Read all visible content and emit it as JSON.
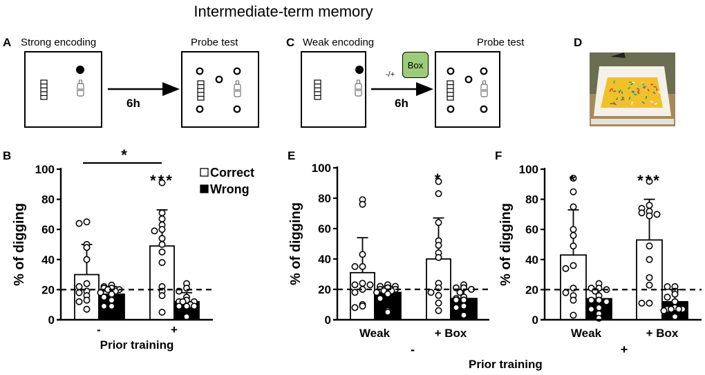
{
  "figure_title": "Intermediate-term memory",
  "panels": {
    "A": {
      "label": "A",
      "left_caption": "Strong encoding",
      "right_caption": "Probe test",
      "delay": "6h"
    },
    "C": {
      "label": "C",
      "left_caption": "Weak encoding",
      "right_caption": "Probe test",
      "delay": "6h",
      "box_label": "Box",
      "box_condition": "-/+"
    },
    "D": {
      "label": "D",
      "photo_description": "white arena box with yellow sand and colored sticks"
    },
    "B": {
      "label": "B"
    },
    "E": {
      "label": "E"
    },
    "F": {
      "label": "F"
    }
  },
  "shared_xlabel": "Prior training",
  "colors": {
    "correct": "#ffffff",
    "wrong": "#000000",
    "box_green": "#9ccc7a",
    "sand": "#f2c12e"
  },
  "chart_data": [
    {
      "id": "B",
      "type": "bar",
      "title": "",
      "xlabel": "Prior training",
      "ylabel": "% of digging",
      "ylim": [
        0,
        100
      ],
      "yticks": [
        0,
        20,
        40,
        60,
        80,
        100
      ],
      "categories": [
        "-",
        "+"
      ],
      "chance_line": 20,
      "legend": {
        "position": "top-right",
        "entries": [
          "Correct",
          "Wrong"
        ]
      },
      "series": [
        {
          "name": "Correct",
          "values": [
            30,
            49
          ],
          "errors": [
            20,
            24
          ],
          "points": [
            [
              65,
              64,
              50,
              48,
              40,
              24,
              22,
              19,
              18,
              16,
              13,
              12,
              7
            ],
            [
              91,
              71,
              67,
              63,
              60,
              59,
              54,
              50,
              45,
              38,
              22,
              19,
              16,
              5
            ]
          ]
        },
        {
          "name": "Wrong",
          "values": [
            17,
            12
          ],
          "errors": [
            5,
            6
          ],
          "points": [
            [
              23,
              22,
              21,
              21,
              20,
              20,
              19,
              18,
              17,
              15,
              13,
              9,
              9
            ],
            [
              24,
              21,
              19,
              15,
              13,
              12,
              12,
              12,
              10,
              9,
              9,
              9,
              2
            ]
          ]
        }
      ],
      "annotations": [
        {
          "text": "*",
          "type": "bracket",
          "between": [
            "- Correct",
            "+ Correct"
          ]
        },
        {
          "text": "***",
          "over": "+ Correct"
        }
      ]
    },
    {
      "id": "E",
      "type": "bar",
      "title": "",
      "xlabel": "-",
      "ylabel": "% of digging",
      "ylim": [
        0,
        100
      ],
      "yticks": [
        0,
        20,
        40,
        60,
        80,
        100
      ],
      "categories": [
        "Weak",
        "+ Box"
      ],
      "chance_line": 20,
      "series": [
        {
          "name": "Correct",
          "values": [
            31,
            40
          ],
          "errors": [
            23,
            27
          ],
          "points": [
            [
              79,
              76,
              43,
              35,
              35,
              24,
              23,
              23,
              20,
              18,
              10,
              9,
              8
            ],
            [
              91,
              83,
              64,
              52,
              49,
              44,
              41,
              24,
              21,
              18,
              16,
              11,
              6
            ]
          ]
        },
        {
          "name": "Wrong",
          "values": [
            18,
            14
          ],
          "errors": [
            4,
            6
          ],
          "points": [
            [
              23,
              22,
              22,
              21,
              20,
              20,
              19,
              19,
              18,
              17,
              14,
              6,
              5
            ],
            [
              23,
              21,
              21,
              20,
              18,
              15,
              14,
              13,
              13,
              9,
              8,
              3
            ]
          ]
        }
      ],
      "annotations": [
        {
          "text": "*",
          "over": "+ Box Correct"
        }
      ]
    },
    {
      "id": "F",
      "type": "bar",
      "title": "",
      "xlabel": "+",
      "ylabel": "% of digging",
      "ylim": [
        0,
        100
      ],
      "yticks": [
        0,
        20,
        40,
        60,
        80,
        100
      ],
      "categories": [
        "Weak",
        "+ Box"
      ],
      "chance_line": 20,
      "series": [
        {
          "name": "Correct",
          "values": [
            43,
            53
          ],
          "errors": [
            30,
            27
          ],
          "points": [
            [
              94,
              85,
              75,
              60,
              56,
              49,
              36,
              34,
              21,
              18,
              16,
              13,
              3
            ],
            [
              92,
              76,
              74,
              72,
              71,
              70,
              69,
              49,
              40,
              28,
              23,
              11,
              11
            ]
          ]
        },
        {
          "name": "Wrong",
          "values": [
            14,
            12
          ],
          "errors": [
            6,
            8
          ],
          "points": [
            [
              24,
              21,
              21,
              20,
              19,
              16,
              13,
              13,
              12,
              8,
              7,
              4,
              1
            ],
            [
              22,
              22,
              19,
              17,
              15,
              12,
              8,
              7,
              7,
              7,
              7,
              6,
              2
            ]
          ]
        }
      ],
      "annotations": [
        {
          "text": "*",
          "over": "Weak Correct"
        },
        {
          "text": "***",
          "over": "+ Box Correct"
        }
      ]
    }
  ]
}
